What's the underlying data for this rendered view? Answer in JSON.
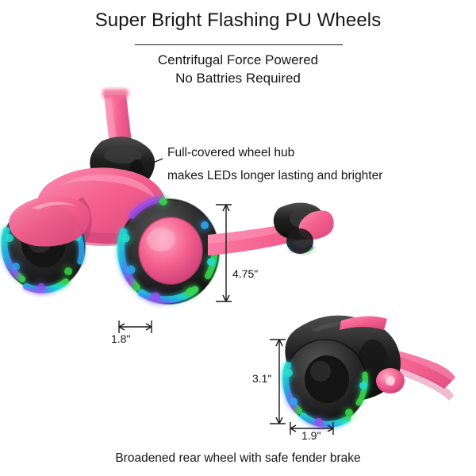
{
  "image": {
    "headline": "Super Bright Flashing PU Wheels",
    "sub_line_1": "Centrifugal Force Powered",
    "sub_line_2": "No Battries Required",
    "callout_line_1": "Full-covered wheel hub",
    "callout_line_2": "makes LEDs longer lasting and brighter",
    "footer": "Broadened rear wheel with safe fender brake"
  },
  "dimensions": {
    "front_wheel_width": "1.8\"",
    "front_wheel_diameter": "4.75\"",
    "rear_wheel_diameter": "3.1\"",
    "rear_wheel_width": "1.9\""
  },
  "colors": {
    "background": "#ffffff",
    "text": "#161616",
    "scooter_pink": "#f4608f",
    "scooter_pink_dark": "#d9447a",
    "scooter_pink_light": "#f98cb0",
    "tire_black": "#1b1b1b",
    "tire_black_light": "#3a3a3a",
    "led_green": "#35d94a",
    "led_blue": "#2aa8f2",
    "led_purple": "#9b4df0",
    "led_cyan": "#22e0d0"
  },
  "subjects": {
    "front_assembly": "kick-scooter front wheels with flashing LED PU wheels",
    "rear_assembly": "kick-scooter rear wheel with fender brake"
  }
}
